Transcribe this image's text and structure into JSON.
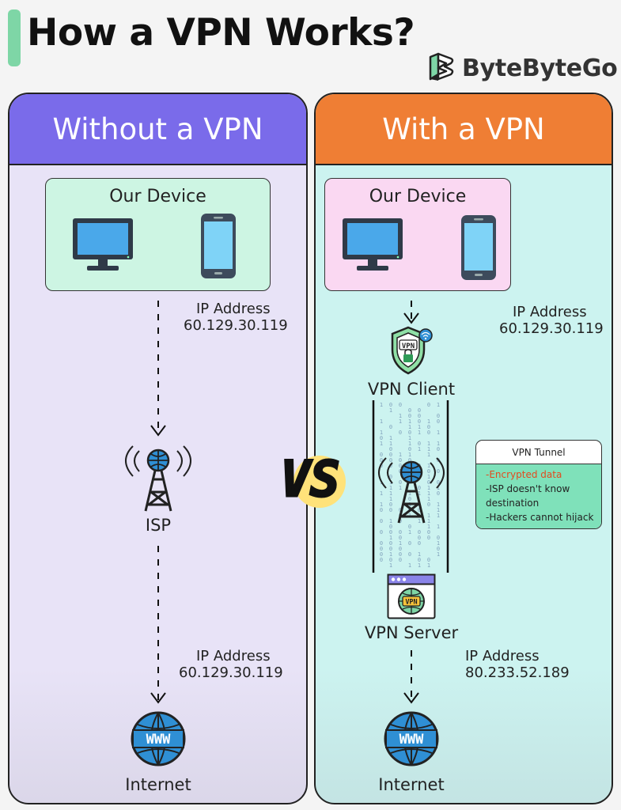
{
  "header": {
    "title": "How a VPN Works?",
    "brand": "ByteByteGo"
  },
  "left_panel": {
    "heading": "Without a VPN",
    "device_label": "Our Device",
    "ip_top_label": "IP Address",
    "ip_top_value": "60.129.30.119",
    "isp_label": "ISP",
    "ip_bottom_label": "IP Address",
    "ip_bottom_value": "60.129.30.119",
    "internet_label": "Internet"
  },
  "right_panel": {
    "heading": "With a VPN",
    "device_label": "Our Device",
    "ip_top_label": "IP Address",
    "ip_top_value": "60.129.30.119",
    "vpn_client_label": "VPN Client",
    "vpn_badge": "VPN",
    "tunnel_note": {
      "title": "VPN Tunnel",
      "items": [
        "-Encrypted data",
        "-ISP doesn't know",
        "destination",
        "-Hackers cannot hijack"
      ]
    },
    "vpn_server_label": "VPN Server",
    "vpn_server_badge": "VPN",
    "ip_bottom_label": "IP Address",
    "ip_bottom_value": "80.233.52.189",
    "internet_label": "Internet"
  },
  "vs_label": "VS",
  "globe_text": "WWW",
  "colors": {
    "left_header": "#7a6bea",
    "right_header": "#ef7e34",
    "left_bg": "#e8e3f7",
    "right_bg": "#ccf3f0",
    "device_left_bg": "#cdf5e3",
    "device_right_bg": "#fad8f2",
    "tunnel_note_body": "#7fe1ba",
    "encrypted_text": "#e24a1e",
    "accent_green": "#7ed6a6",
    "vs_highlight": "#ffe27a"
  },
  "icons": [
    "byte-logo-icon",
    "monitor-icon",
    "phone-icon",
    "down-arrow-icon",
    "antenna-tower-icon",
    "shield-lock-icon",
    "wifi-icon",
    "browser-window-icon",
    "globe-www-icon"
  ]
}
